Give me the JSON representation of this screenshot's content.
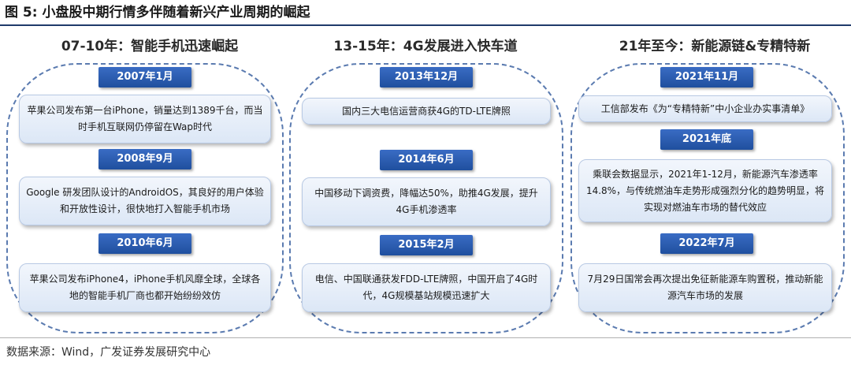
{
  "figure": {
    "title": "图 5: 小盘股中期行情多伴随着新兴产业周期的崛起",
    "source": "数据来源：Wind，广发证券发展研究中心"
  },
  "columns": [
    {
      "title": "07-10年：智能手机迅速崛起",
      "events": [
        {
          "date": "2007年1月",
          "text": "苹果公司发布第一台iPhone，销量达到1389千台，而当时手机互联网仍停留在Wap时代"
        },
        {
          "date": "2008年9月",
          "text": "Google 研发团队设计的AndroidOS，其良好的用户体验和开放性设计，很快地打入智能手机市场"
        },
        {
          "date": "2010年6月",
          "text": "苹果公司发布iPhone4，iPhone手机风靡全球，全球各地的智能手机厂商也都开始纷纷效仿"
        }
      ]
    },
    {
      "title": "13-15年：4G发展进入快车道",
      "events": [
        {
          "date": "2013年12月",
          "text": "国内三大电信运营商获4G的TD-LTE牌照"
        },
        {
          "date": "2014年6月",
          "text": "中国移动下调资费，降幅达50%，助推4G发展，提升4G手机渗透率"
        },
        {
          "date": "2015年2月",
          "text": "电信、中国联通获发FDD-LTE牌照，中国开启了4G时代，4G规模基站规模迅速扩大"
        }
      ]
    },
    {
      "title": "21年至今：新能源链&专精特新",
      "events": [
        {
          "date": "2021年11月",
          "text": "工信部发布《为“专精特新”中小企业办实事清单》"
        },
        {
          "date": "2021年底",
          "text": "乘联会数据显示，2021年1-12月，新能源汽车渗透率14.8%，与传统燃油车走势形成强烈分化的趋势明显，将实现对燃油车市场的替代效应"
        },
        {
          "date": "2022年7月",
          "text": "7月29日国常会再次提出免征新能源车购置税，推动新能源汽车市场的发展"
        }
      ]
    }
  ]
}
